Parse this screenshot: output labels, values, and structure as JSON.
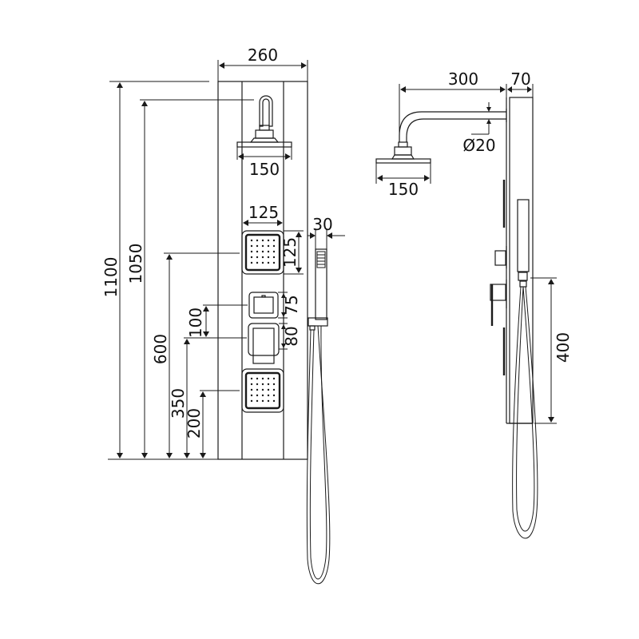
{
  "drawing": {
    "title": "Shower panel dimension drawing",
    "line_color": "#1a1a1a",
    "background": "#ffffff"
  },
  "front_view": {
    "dimensions": {
      "panel_width": "260",
      "rain_head_width": "150",
      "body_jet_width": "125",
      "body_jet_height": "125",
      "hand_shower_width": "30",
      "total_height": "1100",
      "shower_arm_height": "1050",
      "upper_jet_height": "600",
      "valve_spacing": "100",
      "lower_valve_height": "350",
      "lower_jet_height": "200",
      "diverter_height": "75",
      "mixer_height": "80"
    }
  },
  "side_view": {
    "dimensions": {
      "arm_projection": "300",
      "panel_depth": "70",
      "arm_diameter": "Ø20",
      "rain_head_width": "150",
      "hose_outlet_length": "400"
    }
  }
}
